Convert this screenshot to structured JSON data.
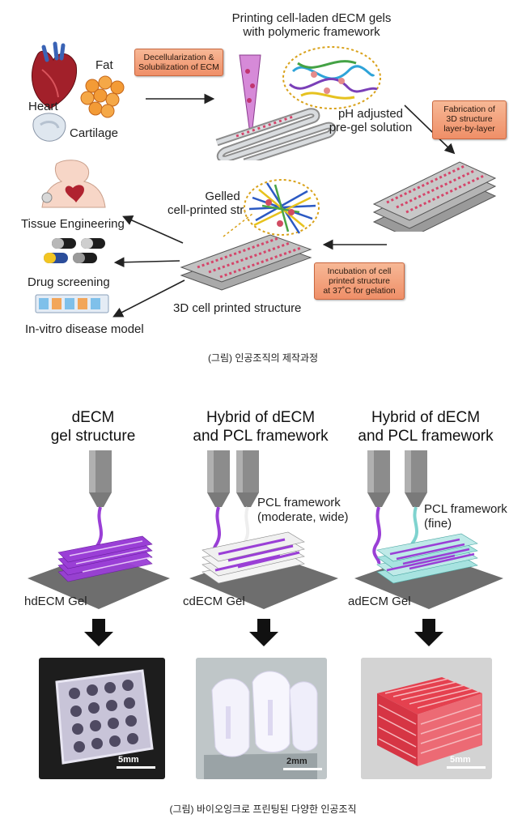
{
  "top_figure": {
    "heading_line1": "Printing cell-laden dECM gels",
    "heading_line2": "with polymeric framework",
    "tissues": {
      "heart": "Heart",
      "fat": "Fat",
      "cartilage": "Cartilage"
    },
    "box_decell": {
      "line1": "Decellularization &",
      "line2": "Solubilization of ECM"
    },
    "ph_line1": "pH adjusted",
    "ph_line2": "pre-gel solution",
    "box_fabrication": {
      "line1": "Fabrication of",
      "line2": "3D structure",
      "line3": "layer-by-layer"
    },
    "gelled_line1": "Gelled",
    "gelled_line2": "cell-printed structure",
    "box_incubation": {
      "line1": "Incubation of cell",
      "line2": "printed structure",
      "line3": "at 37˚C for gelation"
    },
    "printed_structure_label": "3D cell printed structure",
    "applications": {
      "tissue_engineering": "Tissue Engineering",
      "drug_screening": "Drug screening",
      "disease_model": "In-vitro disease model"
    },
    "caption": "(그림) 인공조직의 제작과정"
  },
  "bottom_figure": {
    "columns": [
      {
        "title_line1": "dECM",
        "title_line2": "gel structure",
        "gel_label": "hdECM Gel",
        "framework_line1": "",
        "framework_line2": "",
        "scale_label": "5mm",
        "gel_color": "#9a3fd6"
      },
      {
        "title_line1": "Hybrid of dECM",
        "title_line2": "and PCL framework",
        "gel_label": "cdECM Gel",
        "framework_line1": "PCL framework",
        "framework_line2": "(moderate, wide)",
        "scale_label": "2mm",
        "gel_color": "#9a3fd6"
      },
      {
        "title_line1": "Hybrid of dECM",
        "title_line2": "and PCL framework",
        "gel_label": "adECM Gel",
        "framework_line1": "PCL framework",
        "framework_line2": "(fine)",
        "scale_label": "5mm",
        "gel_color": "#9a3fd6"
      }
    ],
    "caption": "(그림) 바이오잉크로 프린팅된 다양한 인공조직"
  },
  "colors": {
    "box_fill": "#f2a07c",
    "gel_purple": "#9a3fd6",
    "pcl_teal": "#7fd3cf",
    "red_tissue": "#e5414f"
  }
}
